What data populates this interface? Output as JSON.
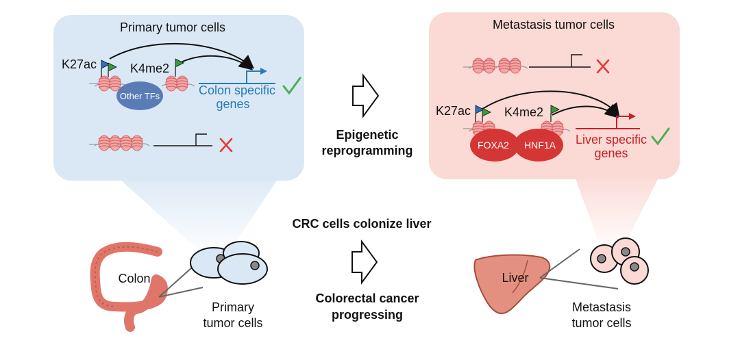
{
  "primary_panel": {
    "title": "Primary tumor cells",
    "mark_active": "K27ac",
    "mark_poised": "K4me2",
    "tf_label": "Other TFs",
    "gene_label_line1": "Colon specific",
    "gene_label_line2": "genes"
  },
  "metastasis_panel": {
    "title": "Metastasis tumor cells",
    "mark_active": "K27ac",
    "mark_poised": "K4me2",
    "tf1_label": "FOXA2",
    "tf2_label": "HNF1A",
    "gene_label_line1": "Liver specific",
    "gene_label_line2": "genes"
  },
  "center": {
    "reprogramming_line1": "Epigenetic",
    "reprogramming_line2": "reprogramming",
    "colonize_label": "CRC cells colonize liver",
    "progress_line1": "Colorectal cancer",
    "progress_line2": "progressing"
  },
  "bottom": {
    "colon_label": "Colon",
    "primary_cells_line1": "Primary",
    "primary_cells_line2": "tumor cells",
    "liver_label": "Liver",
    "meta_cells_line1": "Metastasis",
    "meta_cells_line2": "tumor cells"
  },
  "colors": {
    "blue_panel": "#dae8f5",
    "red_panel": "#fbd9d4",
    "tf_blue": "#5a7bb5",
    "tf_red": "#d43535",
    "gene_blue": "#2a7ab8",
    "gene_red": "#c8202a",
    "check_green": "#4caf50",
    "cross_red": "#e53935",
    "colon_color": "#e0766a",
    "liver_color": "#e49080"
  }
}
